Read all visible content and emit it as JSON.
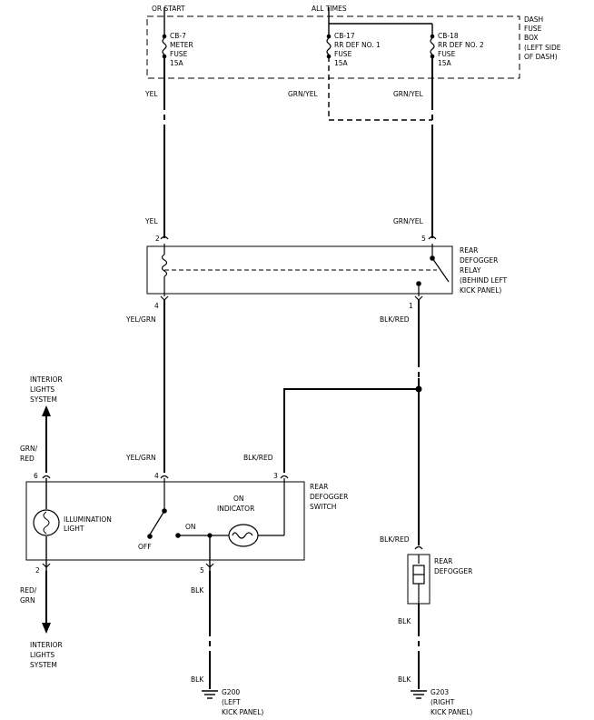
{
  "fuse_box": {
    "top_left_label": "OR START",
    "top_mid_label": "ALL TIMES",
    "side_label": [
      "DASH",
      "FUSE",
      "BOX",
      "(LEFT SIDE",
      "OF DASH)"
    ],
    "cb7": [
      "CB-7",
      "METER",
      "FUSE",
      "15A"
    ],
    "cb17": [
      "CB-17",
      "RR DEF NO. 1",
      "FUSE",
      "15A"
    ],
    "cb18": [
      "CB-18",
      "RR DEF NO. 2",
      "FUSE",
      "15A"
    ]
  },
  "wires": {
    "yel_top": "YEL",
    "grnyel_top_1": "GRN/YEL",
    "grnyel_top_2": "GRN/YEL",
    "yel_relay": "YEL",
    "grnyel_relay": "GRN/YEL",
    "yelgrn_1": "YEL/GRN",
    "blkred_1": "BLK/RED",
    "grnred": [
      "GRN/",
      "RED"
    ],
    "yelgrn_2": "YEL/GRN",
    "blkred_2": "BLK/RED",
    "redgrn": [
      "RED/",
      "GRN"
    ],
    "blk_1": "BLK",
    "blkred_3": "BLK/RED",
    "blk_2": "BLK",
    "blk_3": "BLK",
    "blk_4": "BLK"
  },
  "relay": {
    "label": [
      "REAR",
      "DEFOGGER",
      "RELAY",
      "(BEHIND LEFT",
      "KICK PANEL)"
    ],
    "pin_2": "2",
    "pin_5": "5",
    "pin_4": "4",
    "pin_1": "1"
  },
  "switch": {
    "label": [
      "REAR",
      "DEFOGGER",
      "SWITCH"
    ],
    "illumination": [
      "ILLUMINATION",
      "LIGHT"
    ],
    "on_indicator": [
      "ON",
      "INDICATOR"
    ],
    "on": "ON",
    "off": "OFF",
    "pin_6": "6",
    "pin_4": "4",
    "pin_3": "3",
    "pin_2": "2",
    "pin_5": "5"
  },
  "interior_top": [
    "INTERIOR",
    "LIGHTS",
    "SYSTEM"
  ],
  "interior_bottom": [
    "INTERIOR",
    "LIGHTS",
    "SYSTEM"
  ],
  "defogger": [
    "REAR",
    "DEFOGGER"
  ],
  "g200": [
    "G200",
    "(LEFT",
    "KICK PANEL)"
  ],
  "g203": [
    "G203",
    "(RIGHT",
    "KICK PANEL)"
  ]
}
